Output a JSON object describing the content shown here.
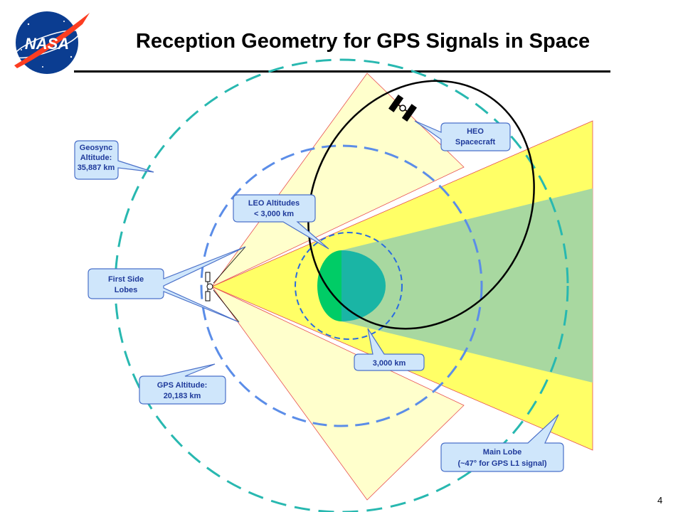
{
  "title": "Reception Geometry for GPS Signals in Space",
  "page_number": "4",
  "logo": {
    "text": "NASA"
  },
  "callouts": {
    "geosync": [
      "Geosync",
      "Altitude:",
      "35,887 km"
    ],
    "leo": [
      "LEO Altitudes",
      "< 3,000 km"
    ],
    "heo": [
      "HEO",
      "Spacecraft"
    ],
    "side_lobes": [
      "First Side",
      "Lobes"
    ],
    "km3000": [
      "3,000 km"
    ],
    "gps": [
      "GPS Altitude:",
      "20,183 km"
    ],
    "main_lobe": [
      "Main Lobe",
      "(~47° for GPS L1 signal)"
    ]
  },
  "colors": {
    "callout_fill": "#cfe6fb",
    "callout_border": "#4a70c9",
    "callout_text": "#1f3a9b",
    "main_lobe": "#ffff66",
    "side_lobe": "#ffffcc",
    "earth_shadow": "#a8d8a0",
    "earth_light": "#00cc66",
    "earth_dark": "#1ab5a5",
    "geosync_ring": "#28b8b0",
    "gps_ring": "#5b8de8",
    "leo_ring": "#2a6be0",
    "lobe_edge": "#e85050"
  }
}
